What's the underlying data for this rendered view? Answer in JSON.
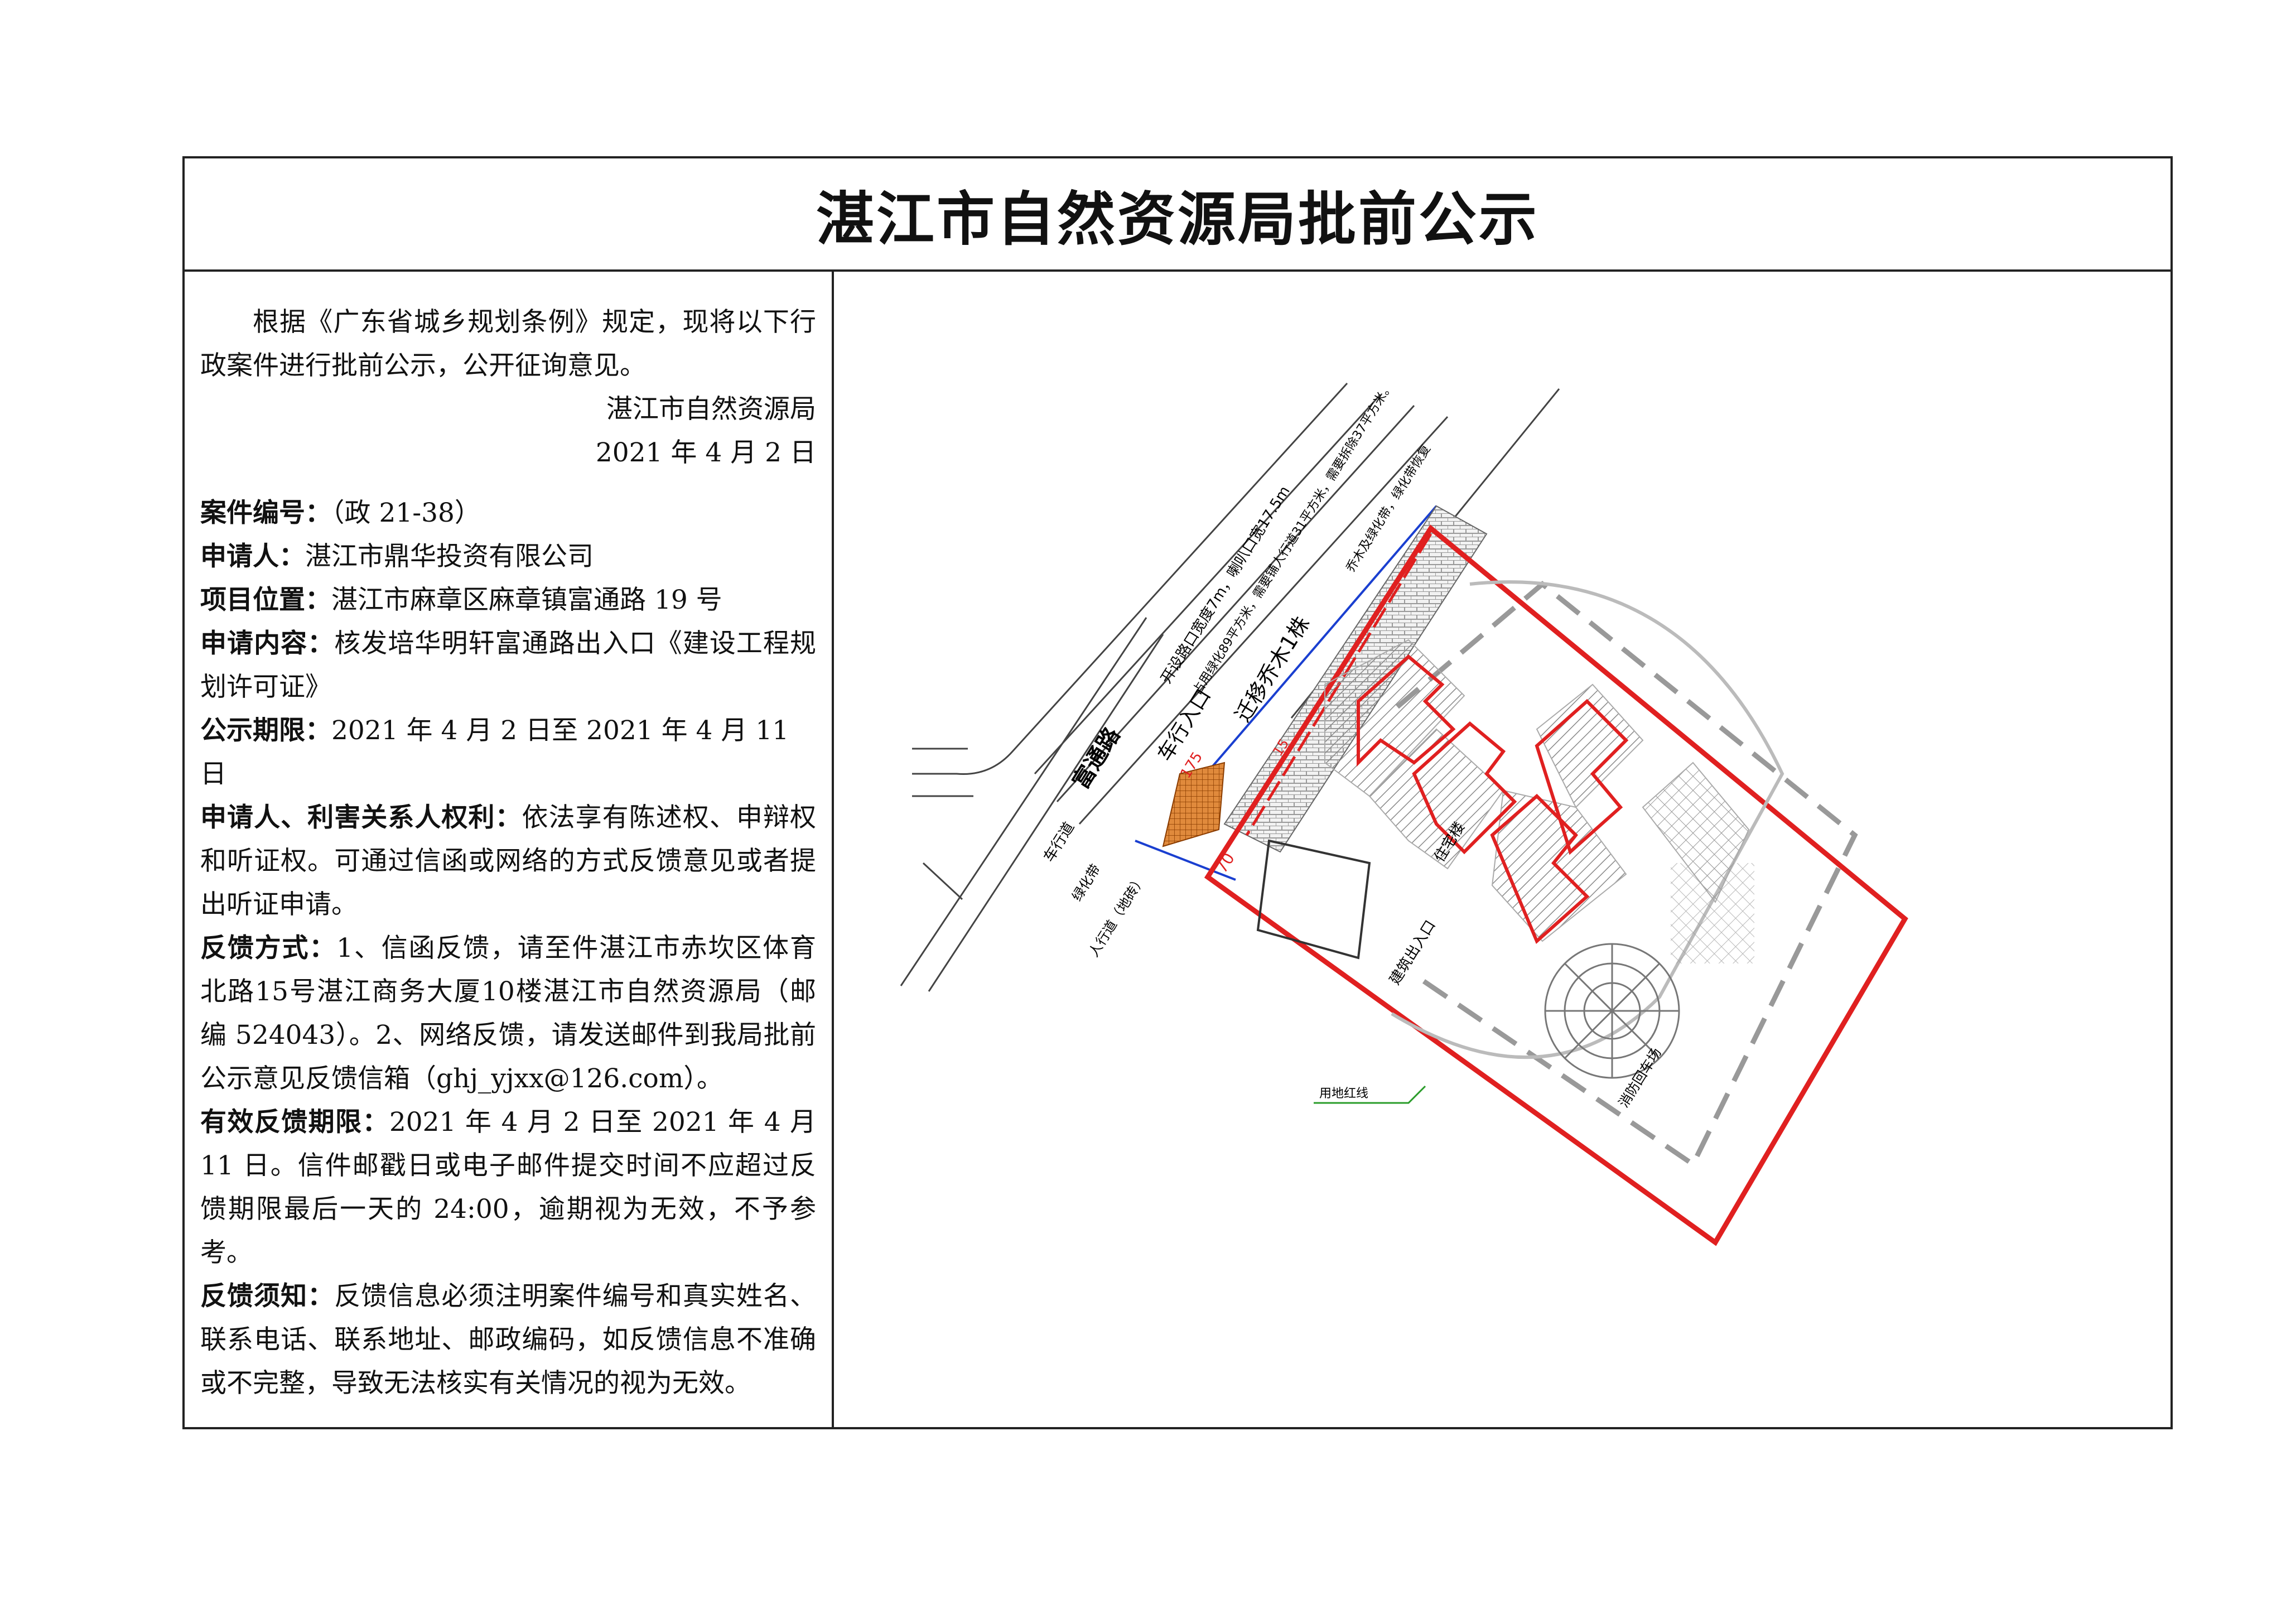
{
  "title": "湛江市自然资源局批前公示",
  "intro": {
    "text": "根据《广东省城乡规划条例》规定，现将以下行政案件进行批前公示，公开征询意见。",
    "issuer": "湛江市自然资源局",
    "date": "2021 年 4 月 2 日"
  },
  "fields": {
    "case_no": {
      "label": "案件编号：",
      "value": "（政 21-38）"
    },
    "applicant": {
      "label": "申请人：",
      "value": "湛江市鼎华投资有限公司"
    },
    "location": {
      "label": "项目位置：",
      "value": "湛江市麻章区麻章镇富通路 19 号"
    },
    "content": {
      "label": "申请内容：",
      "value": "核发培华明轩富通路出入口《建设工程规划许可证》"
    },
    "period": {
      "label": "公示期限：",
      "value": "2021 年 4 月 2 日至 2021 年 4 月 11 日"
    },
    "rights": {
      "label": "申请人、利害关系人权利：",
      "value": "依法享有陈述权、申辩权和听证权。可通过信函或网络的方式反馈意见或者提出听证申请。"
    },
    "method": {
      "label": "反馈方式：",
      "value": "1、信函反馈，请至件湛江市赤坎区体育北路15号湛江商务大厦10楼湛江市自然资源局（邮编 524043）。2、网络反馈，请发送邮件到我局批前公示意见反馈信箱（ghj_yjxx@126.com）。"
    },
    "deadline": {
      "label": "有效反馈期限：",
      "value": "2021 年 4 月 2 日至 2021 年 4 月 11 日。信件邮戳日或电子邮件提交时间不应超过反馈期限最后一天的 24:00，逾期视为无效，不予参考。"
    },
    "notice": {
      "label": "反馈须知：",
      "value": "反馈信息必须注明案件编号和真实姓名、联系电话、联系地址、邮政编码，如反馈信息不准确或不完整，导致无法核实有关情况的视为无效。"
    }
  },
  "map": {
    "road_name": "富通路",
    "entrance": "车行入口",
    "lane": "车行道",
    "greenbelt": "绿化带",
    "sidewalk": "人行道（地砖）",
    "tree_note": "迁移乔木1株",
    "dim_1": "开设路口宽度7m，喇叭口宽17.5m",
    "dim_2": "占用绿化89平方米，需要铺人行道31平方米，需要拆除37平方米。",
    "dim_3": "乔木及绿化带，绿化带恢复",
    "residential": "住宅楼",
    "building_exit": "建筑出入口",
    "red_line": "用地红线",
    "fire_square": "消防回车场",
    "num_a": "175",
    "num_b": "70",
    "num_c": "15",
    "colors": {
      "red_line": "#e02020",
      "road": "#333333",
      "paving": "#d2691e",
      "blue": "#1a3fd0",
      "hatch": "#888888"
    }
  }
}
